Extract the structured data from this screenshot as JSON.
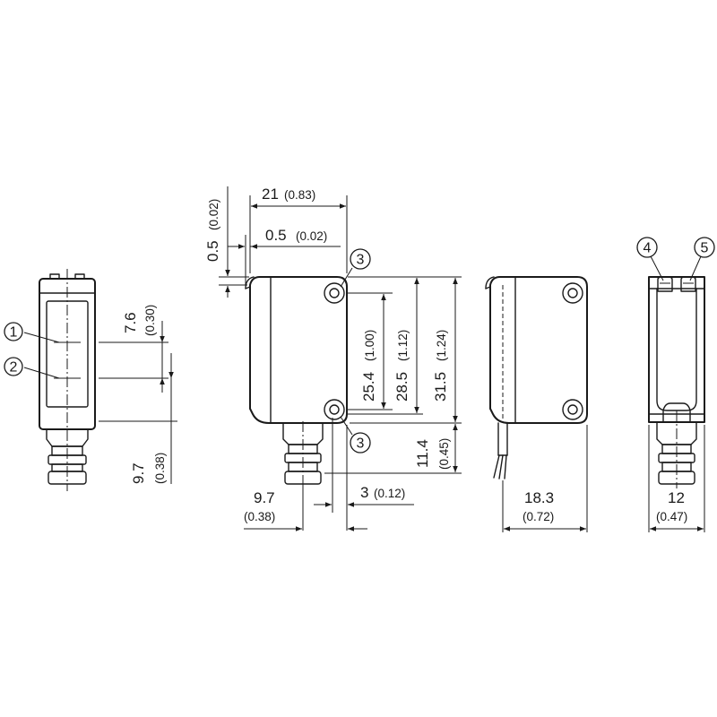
{
  "callouts": [
    "1",
    "2",
    "3",
    "3",
    "4",
    "5"
  ],
  "dimensions": {
    "d_7_6": {
      "value": "7.6",
      "inch": "(0.30)"
    },
    "d_9_7_left": {
      "value": "9.7",
      "inch": "(0.38)"
    },
    "d_21": {
      "value": "21",
      "inch": "(0.83)"
    },
    "d_0_5_vert": {
      "value": "0.5",
      "inch": "(0.02)"
    },
    "d_0_5_horiz": {
      "value": "0.5",
      "inch": "(0.02)"
    },
    "d_25_4": {
      "value": "25.4",
      "inch": "(1.00)"
    },
    "d_28_5": {
      "value": "28.5",
      "inch": "(1.12)"
    },
    "d_31_5": {
      "value": "31.5",
      "inch": "(1.24)"
    },
    "d_11_4": {
      "value": "11.4",
      "inch": "(0.45)"
    },
    "d_9_7_bottom": {
      "value": "9.7",
      "inch": "(0.38)"
    },
    "d_3": {
      "value": "3",
      "inch": "(0.12)"
    },
    "d_18_3": {
      "value": "18.3",
      "inch": "(0.72)"
    },
    "d_12": {
      "value": "12",
      "inch": "(0.47)"
    }
  }
}
